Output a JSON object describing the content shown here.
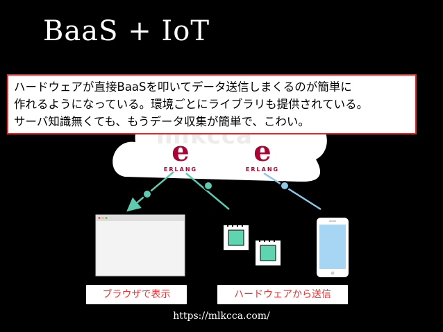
{
  "title": "BaaS + IoT",
  "callout": {
    "line1": "ハードウェアが直接BaaSを叩いてデータ送信しまくるのが簡単に",
    "line2": "作れるようになっている。環境ごとにライブラリも提供されている。",
    "line3": "サーバ知識無くても、もうデータ収集が簡単で、こわい。"
  },
  "watermark": "mlkcca",
  "erlang_logos": [
    {
      "glyph": "e",
      "word": "ERLANG"
    },
    {
      "glyph": "e",
      "word": "ERLANG"
    }
  ],
  "labels": {
    "browser": "ブラウザで表示",
    "hardware": "ハードウェアから送信"
  },
  "footer_url": "https://mlkcca.com/",
  "colors": {
    "callout_border": "#e22",
    "label_text": "#e33",
    "arrow_green": "#5ecbb0",
    "arrow_blue": "#8ec8e8",
    "chip": "#5ed4b0",
    "phone_screen": "#a6d6f4",
    "erlang": "#a90533"
  },
  "icons": [
    "cloud-icon",
    "browser-window-icon",
    "microchip-icon",
    "smartphone-icon",
    "erlang-logo-icon"
  ]
}
